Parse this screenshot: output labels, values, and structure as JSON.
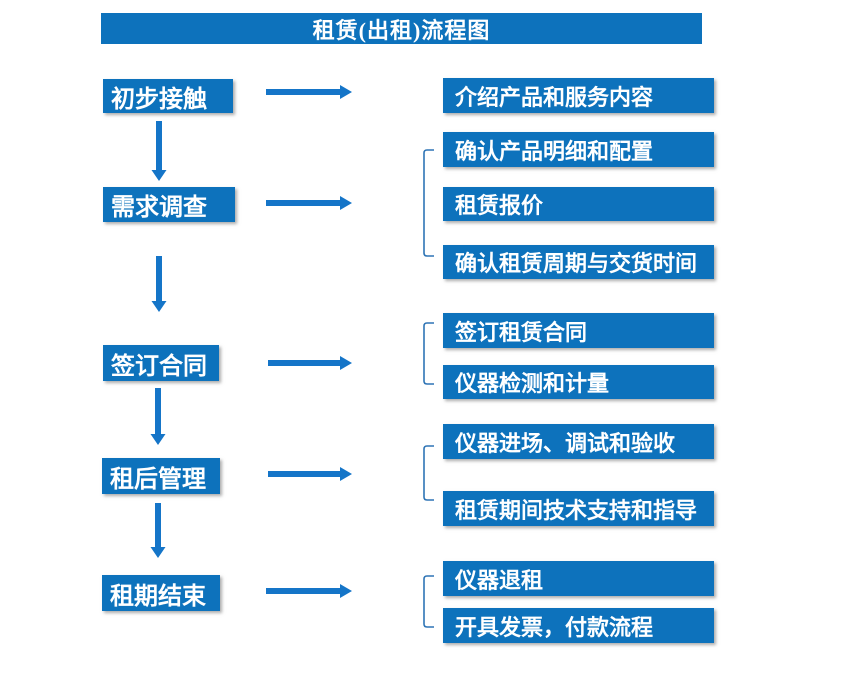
{
  "title": "租赁(出租)流程图",
  "colors": {
    "box_fill": "#0d72bc",
    "arrow": "#1575c8",
    "bracket": "#2e74b5",
    "text": "#ffffff",
    "background": "#ffffff"
  },
  "flow": {
    "stages": [
      {
        "label": "初步接触",
        "details": [
          "介绍产品和服务内容"
        ]
      },
      {
        "label": "需求调查",
        "details": [
          "确认产品明细和配置",
          "租赁报价",
          "确认租赁周期与交货时间"
        ]
      },
      {
        "label": "签订合同",
        "details": [
          "签订租赁合同",
          "仪器检测和计量"
        ]
      },
      {
        "label": "租后管理",
        "details": [
          "仪器进场、调试和验收",
          "租赁期间技术支持和指导"
        ]
      },
      {
        "label": "租期结束",
        "details": [
          "仪器退租",
          "开具发票，付款流程"
        ]
      }
    ]
  }
}
